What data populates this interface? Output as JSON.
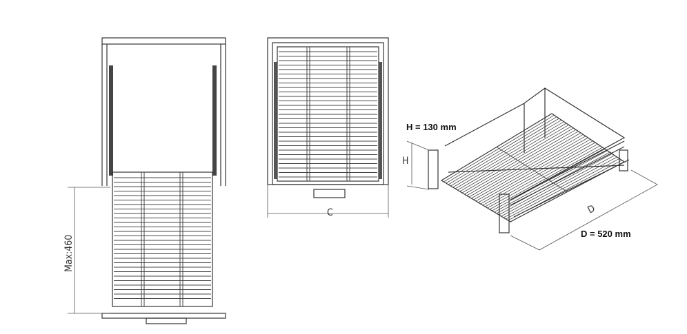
{
  "side_view": {
    "max_extension_label": "Max:460"
  },
  "front_view": {
    "width_label": "C"
  },
  "iso_view": {
    "height_label": "H",
    "height_value": "H = 130 mm",
    "depth_label": "D",
    "depth_value": "D = 520 mm"
  },
  "colors": {
    "line": "#333333",
    "background": "#ffffff"
  }
}
